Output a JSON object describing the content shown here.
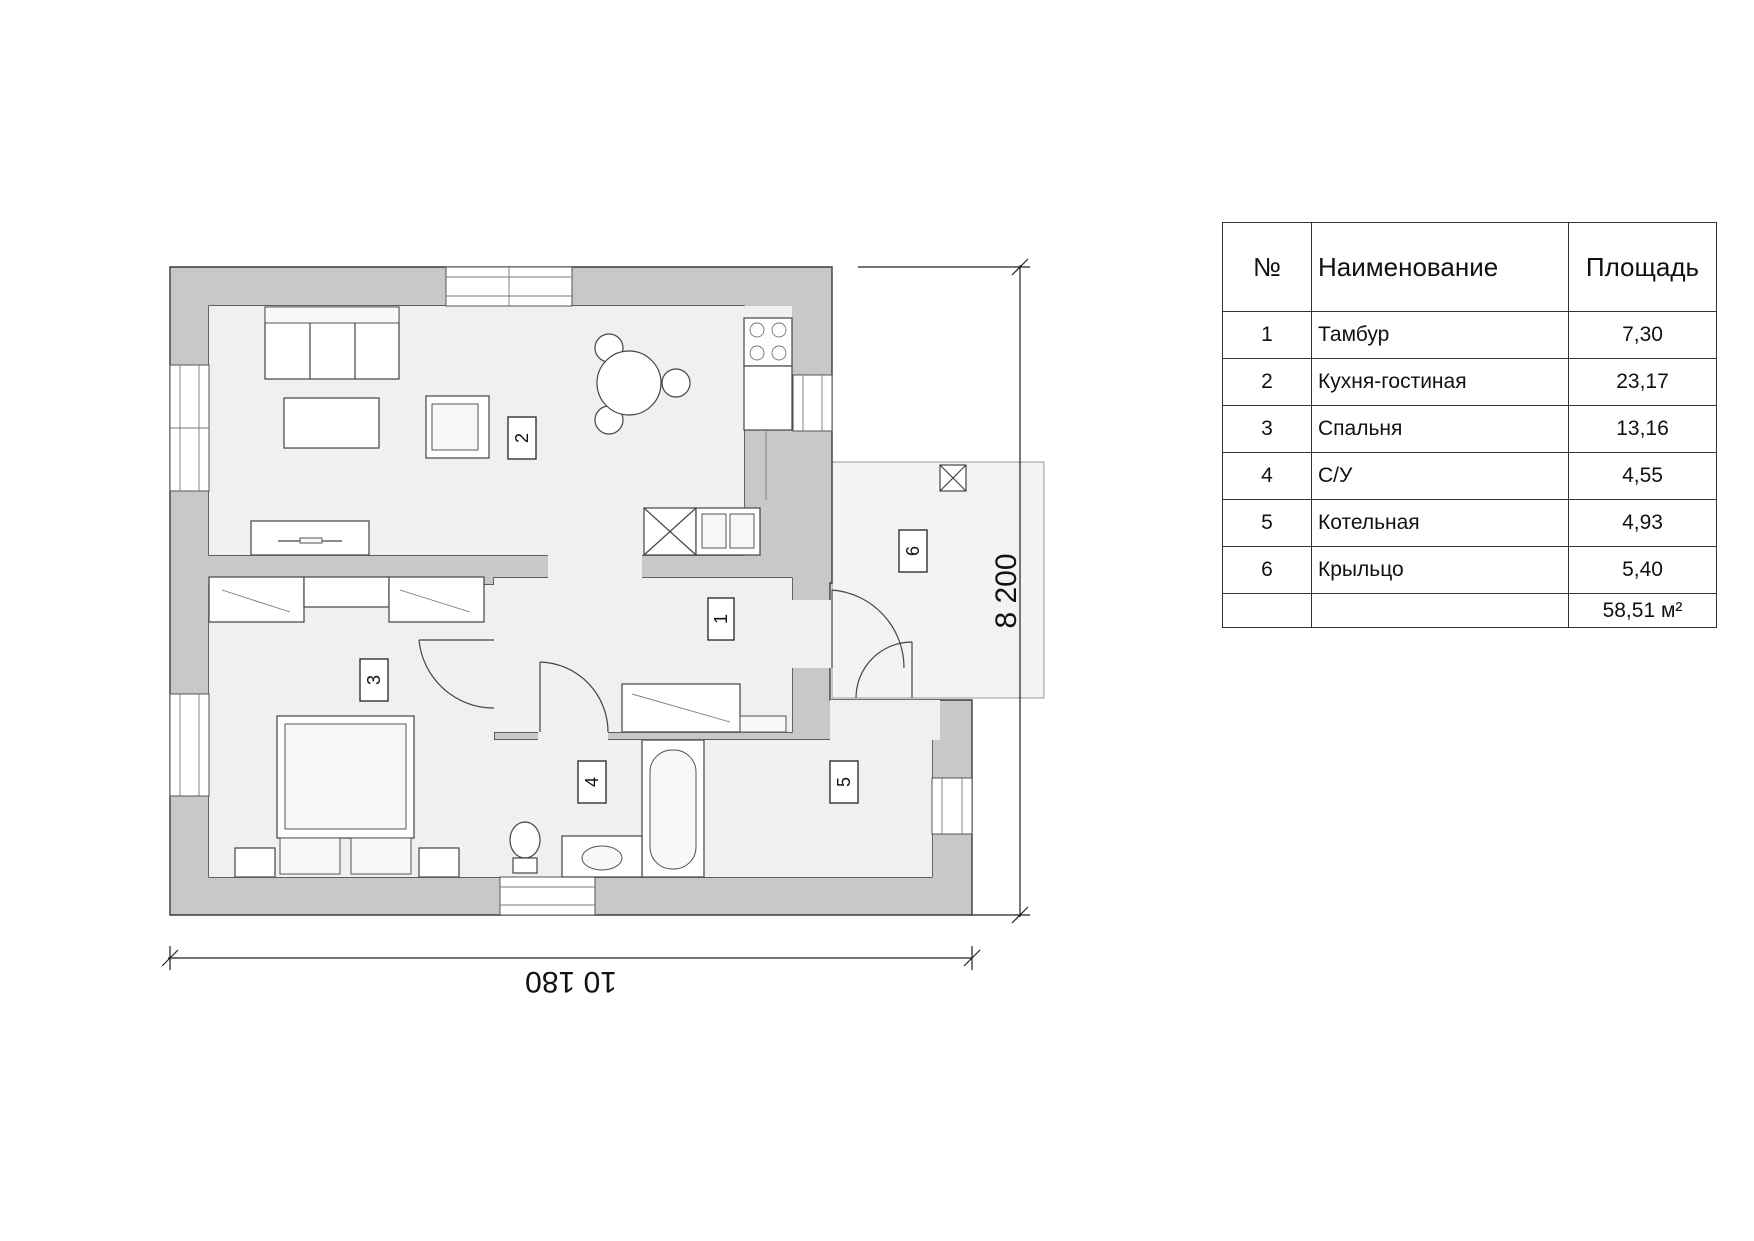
{
  "plan": {
    "dimensions": {
      "width": "10 180",
      "height": "8 200"
    },
    "room_tags": [
      "1",
      "2",
      "3",
      "4",
      "5",
      "6"
    ]
  },
  "legend": {
    "headers": {
      "num": "№",
      "name": "Наименование",
      "area": "Площадь"
    },
    "rows": [
      {
        "num": "1",
        "name": "Тамбур",
        "area": "7,30"
      },
      {
        "num": "2",
        "name": "Кухня-гостиная",
        "area": "23,17"
      },
      {
        "num": "3",
        "name": "Спальня",
        "area": "13,16"
      },
      {
        "num": "4",
        "name": "С/У",
        "area": "4,55"
      },
      {
        "num": "5",
        "name": "Котельная",
        "area": "4,93"
      },
      {
        "num": "6",
        "name": "Крыльцо",
        "area": "5,40"
      }
    ],
    "total": "58,51 м²"
  }
}
